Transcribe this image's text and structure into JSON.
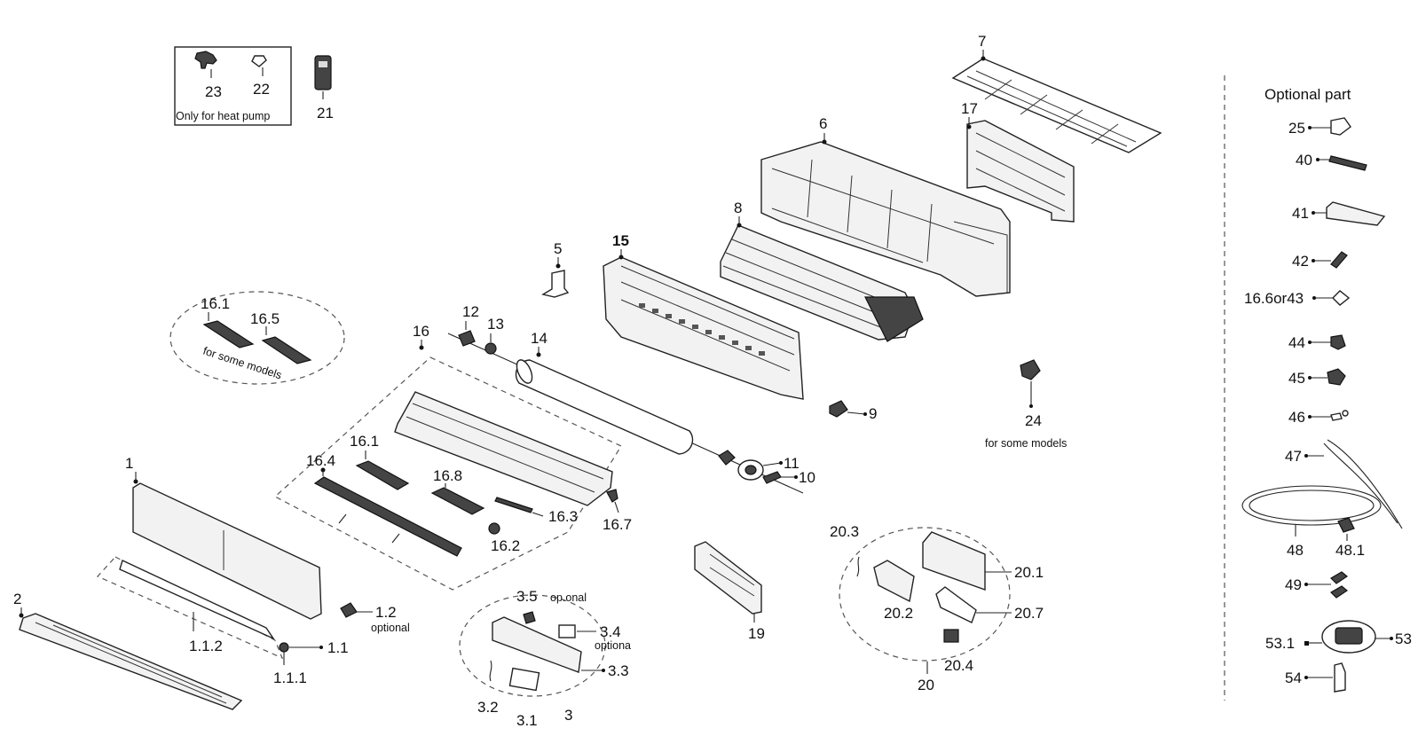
{
  "labels": {
    "p1": "1",
    "p1_1": "1.1",
    "p1_1_1": "1.1.1",
    "p1_1_2": "1.1.2",
    "p1_2": "1.2",
    "optional_a": "optional",
    "p2": "2",
    "p3": "3",
    "p3_1": "3.1",
    "p3_2": "3.2",
    "p3_3": "3.3",
    "p3_4": "3.4",
    "optional_b": "optiona",
    "p3_5": "3.5",
    "optional_c": "op.onal",
    "p5": "5",
    "p6": "6",
    "p7": "7",
    "p8": "8",
    "p9": "9",
    "p10": "10",
    "p11": "11",
    "p12": "12",
    "p13": "13",
    "p14": "14",
    "p15": "15",
    "p16": "16",
    "p16_1a": "16.1",
    "p16_5": "16.5",
    "some_models_a": "for some models",
    "p16_1b": "16.1",
    "p16_2": "16.2",
    "p16_3": "16.3",
    "p16_4": "16.4",
    "p16_7": "16.7",
    "p16_8": "16.8",
    "p17": "17",
    "p19": "19",
    "p20": "20",
    "p20_1": "20.1",
    "p20_2": "20.2",
    "p20_3": "20.3",
    "p20_4": "20.4",
    "p20_7": "20.7",
    "p21": "21",
    "p22": "22",
    "p23": "23",
    "heat_pump": "Only for heat pump",
    "p24": "24",
    "some_models_b": "for some models",
    "optional_part": "Optional part",
    "p25": "25",
    "p40": "40",
    "p41": "41",
    "p42": "42",
    "p16_6or43": "16.6or43",
    "p44": "44",
    "p45": "45",
    "p46": "46",
    "p47": "47",
    "p48": "48",
    "p48_1": "48.1",
    "p49": "49",
    "p53": "53",
    "p53_1": "53.1",
    "p54": "54"
  }
}
